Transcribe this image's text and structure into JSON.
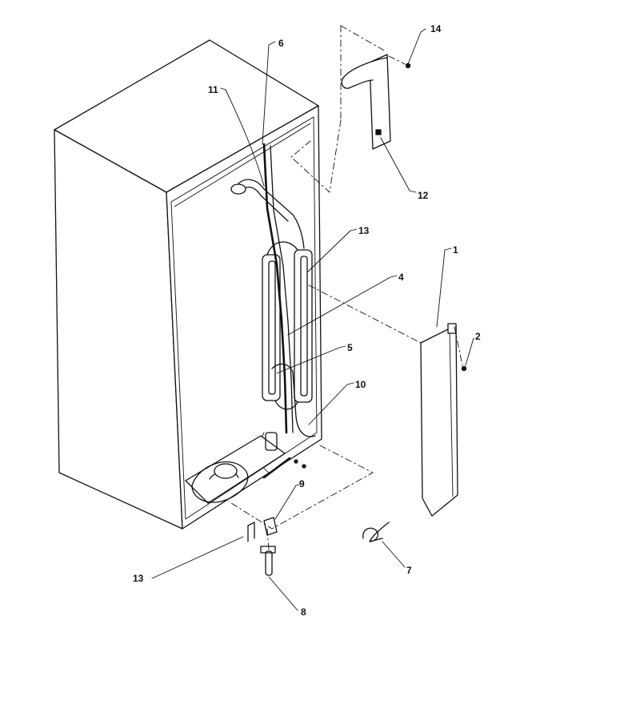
{
  "callouts": [
    {
      "id": "c14",
      "text": "14"
    },
    {
      "id": "c6",
      "text": "6"
    },
    {
      "id": "c11",
      "text": "11"
    },
    {
      "id": "c12",
      "text": "12"
    },
    {
      "id": "c13a",
      "text": "13"
    },
    {
      "id": "c1",
      "text": "1"
    },
    {
      "id": "c4",
      "text": "4"
    },
    {
      "id": "c2",
      "text": "2"
    },
    {
      "id": "c5",
      "text": "5"
    },
    {
      "id": "c10",
      "text": "10"
    },
    {
      "id": "c9",
      "text": "9"
    },
    {
      "id": "c13b",
      "text": "13"
    },
    {
      "id": "c7",
      "text": "7"
    },
    {
      "id": "c8",
      "text": "8"
    }
  ]
}
